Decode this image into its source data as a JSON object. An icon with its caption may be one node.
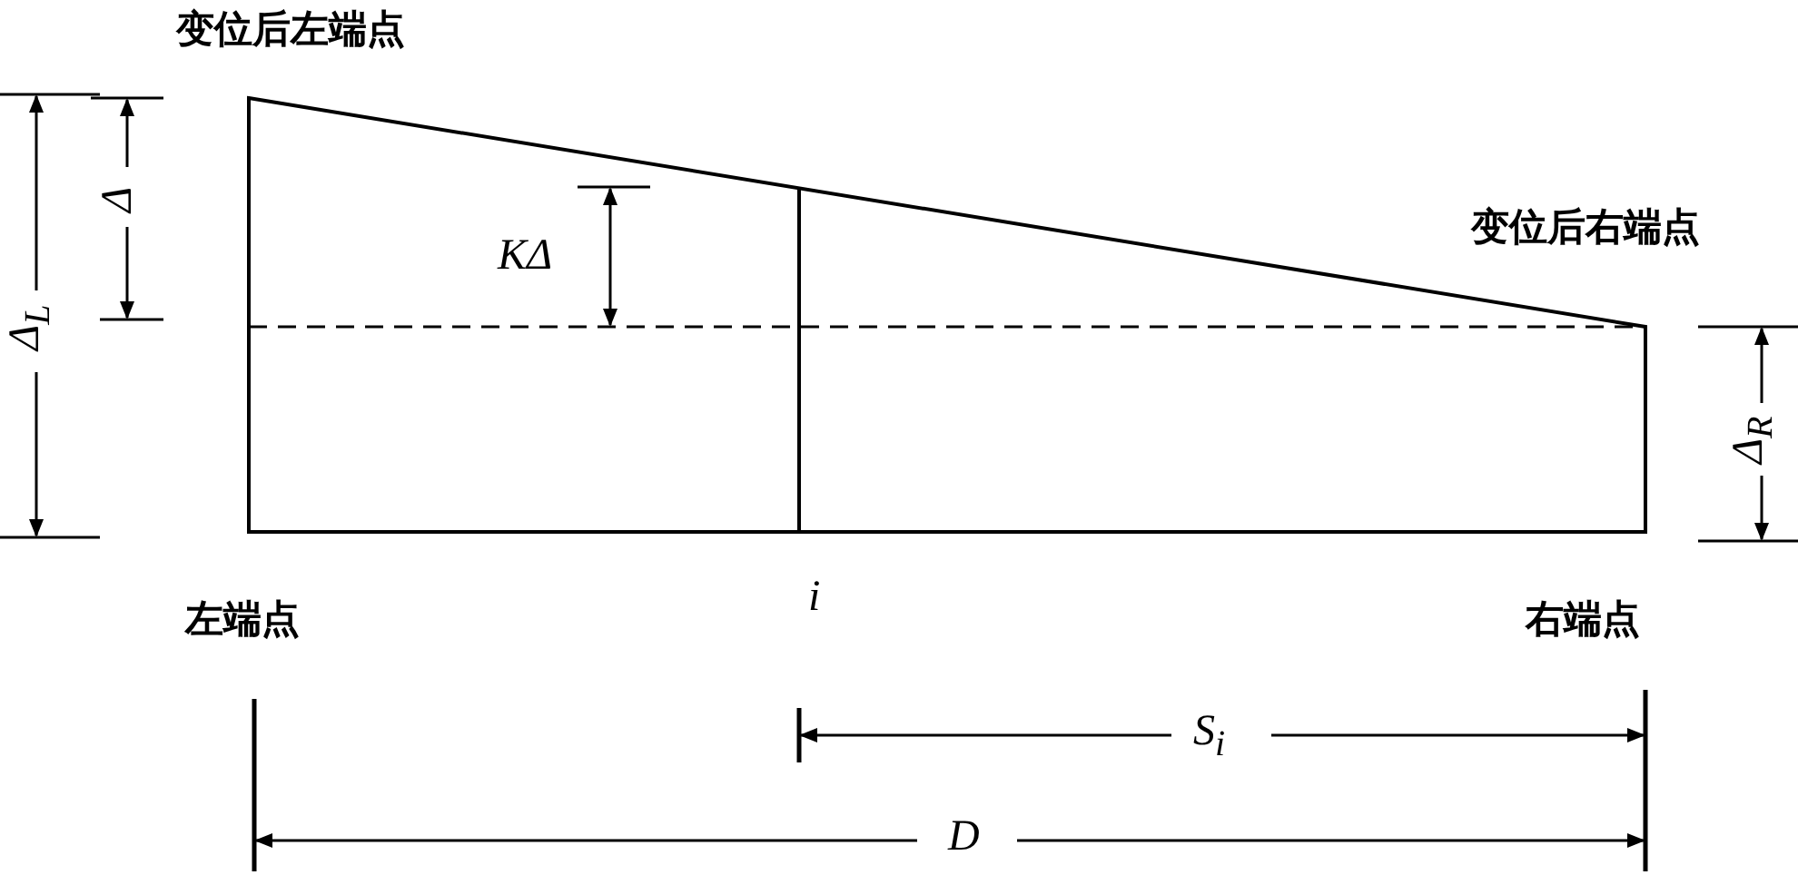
{
  "diagram": {
    "labels": [
      "变位后左端点",
      "Δ$_{L}$",
      "Δ",
      "KΔ",
      "变位后右端点",
      "Δ$_{R}$",
      "左端点",
      "i",
      "右端点",
      "S$_{i}$",
      "D"
    ]
  }
}
